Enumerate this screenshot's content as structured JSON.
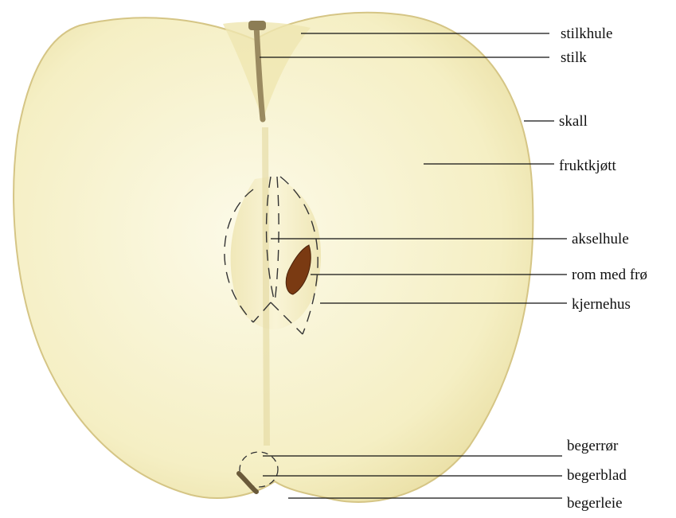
{
  "labels": [
    {
      "key": "stilkhule",
      "text": "stilkhule"
    },
    {
      "key": "stilk",
      "text": "stilk"
    },
    {
      "key": "skall",
      "text": "skall"
    },
    {
      "key": "fruktkjott",
      "text": "fruktkjøtt"
    },
    {
      "key": "akselhule",
      "text": "akselhule"
    },
    {
      "key": "rom-med-fro",
      "text": "rom med frø"
    },
    {
      "key": "kjernehus",
      "text": "kjernehus"
    },
    {
      "key": "begerror",
      "text": "begerrør"
    },
    {
      "key": "begerblad",
      "text": "begerblad"
    },
    {
      "key": "begerleie",
      "text": "begerleie"
    }
  ],
  "colors": {
    "flesh": "#f6f0c6",
    "flesh_light": "#fbf8e2",
    "skin_edge": "#d8c98c",
    "core": "#ece4b0",
    "seed": "#7a3a12",
    "stem": "#8a7a5a",
    "leader_line": "#111111"
  }
}
